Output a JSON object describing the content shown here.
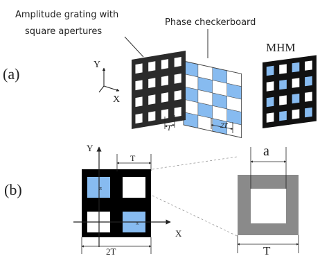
{
  "panel_a": {
    "label": "(a)",
    "caption_amplitude_line1": "Amplitude grating with",
    "caption_amplitude_line2": "square apertures",
    "caption_phase": "Phase checkerboard",
    "caption_mhm": "MHM",
    "axis_y": "Y",
    "axis_x": "X",
    "dim_T": "T",
    "dim_2T": "2T"
  },
  "panel_b": {
    "label": "(b)",
    "axis_y": "Y",
    "axis_x": "X",
    "dim_T_top": "T",
    "dim_2T_bottom": "2T",
    "pi_marker": "π",
    "zoom_dim_a": "a",
    "zoom_dim_T": "T"
  },
  "colors": {
    "grating": "#2b2b2b",
    "phase_blue": "#87bbf0",
    "zoom_gray": "#8a8a8a"
  }
}
